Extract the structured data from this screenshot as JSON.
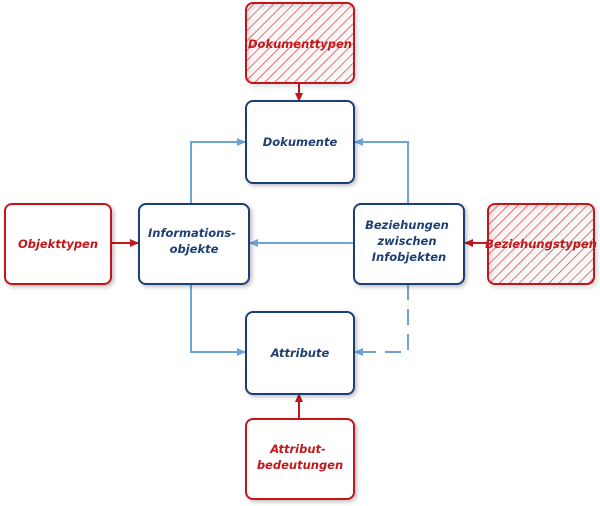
{
  "colors": {
    "blue_border": "#1f3f74",
    "blue_text": "#1f3f74",
    "blue_arrow": "#6fa3d6",
    "red_border": "#c0181b",
    "red_text": "#c0181b",
    "red_arrow": "#c0181b",
    "hatch": "#d23a3d"
  },
  "nodes": {
    "dokumente": {
      "lines": [
        "Dokumente"
      ]
    },
    "informationsobjekte": {
      "lines": [
        "Informations-",
        "objekte"
      ]
    },
    "beziehungen": {
      "lines": [
        "Beziehungen",
        "zwischen",
        "Infobjekten"
      ]
    },
    "attribute": {
      "lines": [
        "Attribute"
      ]
    },
    "dokumenttypen": {
      "lines": [
        "Dokumenttypen"
      ]
    },
    "objekttypen": {
      "lines": [
        "Objekttypen"
      ]
    },
    "beziehungstypen": {
      "lines": [
        "Beziehungstypen"
      ]
    },
    "attributbedeutungen": {
      "lines": [
        "Attribut-",
        "bedeutungen"
      ]
    }
  }
}
